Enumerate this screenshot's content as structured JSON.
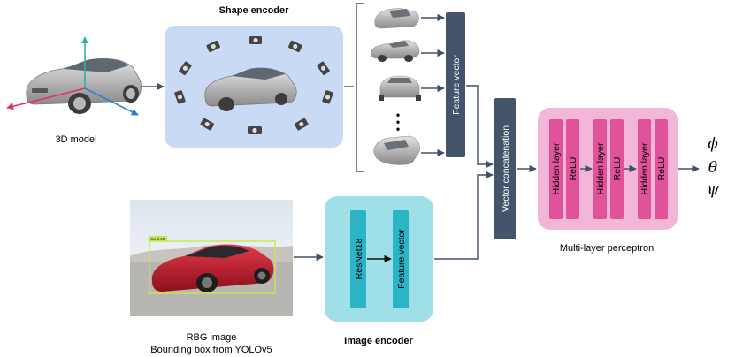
{
  "labels": {
    "model_3d": "3D model",
    "shape_encoder": "Shape encoder",
    "feature_vector_top": "Feature vector",
    "vector_concatenation": "Vector concatenation",
    "hidden_layer_1": "Hidden layer",
    "relu_1": "ReLU",
    "hidden_layer_2": "Hidden layer",
    "relu_2": "ReLU",
    "hidden_layer_3": "Hidden layer",
    "relu_3": "ReLU",
    "mlp": "Multi-layer perceptron",
    "resnet": "ResNet18",
    "feature_vector_bottom": "Feature vector",
    "image_encoder": "Image encoder",
    "rbg_line1": "RBG image",
    "rbg_line2": "Bounding box from YOLOv5",
    "ellipsis": "•\n•\n•",
    "out_phi": "ϕ",
    "out_theta": "θ",
    "out_psi": "ψ",
    "bbox_tag": "car 0.90"
  },
  "colors": {
    "shape_encoder_bg": "#c9daf4",
    "feature_vector_dark": "#44546a",
    "mlp_bg": "#f2b6d8",
    "mlp_block": "#e0529a",
    "image_encoder_bg": "#9fe0e8",
    "image_block": "#2ab4c6",
    "arrow": "#3f5068",
    "axis_red": "#e8305a",
    "axis_teal": "#2bb3a0",
    "axis_blue": "#2a7fd4",
    "car_red": "#c0182a",
    "bbox_green": "#c6e84a"
  }
}
